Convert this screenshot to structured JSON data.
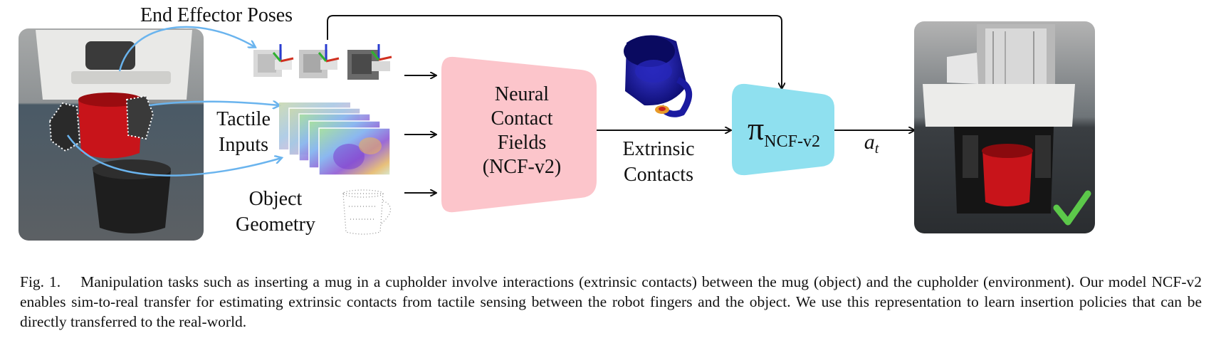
{
  "figure": {
    "end_effector_label": "End Effector Poses",
    "tactile_label": [
      "Tactile",
      "Inputs"
    ],
    "geometry_label": [
      "Object",
      "Geometry"
    ],
    "ncf_label": [
      "Neural",
      "Contact",
      "Fields",
      "(NCF-v2)"
    ],
    "extrinsic_label": [
      "Extrinsic",
      "Contacts"
    ],
    "policy_symbol": "π",
    "policy_subscript": "NCF-v2",
    "action_symbol": "a",
    "action_subscript": "t",
    "colors": {
      "ncf_box": "#fcc5cb",
      "policy_box": "#8fe0ef",
      "arrow_blue": "#6ab4ee",
      "check_green": "#5cc84a",
      "mug_red": "#c8141a",
      "mug_blue": "#1a1aa0"
    }
  },
  "caption": {
    "label": "Fig. 1.",
    "text": "Manipulation tasks such as inserting a mug in a cupholder involve interactions (extrinsic contacts) between the mug (object) and the cupholder (environment). Our model NCF-v2 enables sim-to-real transfer for estimating extrinsic contacts from tactile sensing between the robot fingers and the object. We use this representation to learn insertion policies that can be directly transferred to the real-world."
  }
}
